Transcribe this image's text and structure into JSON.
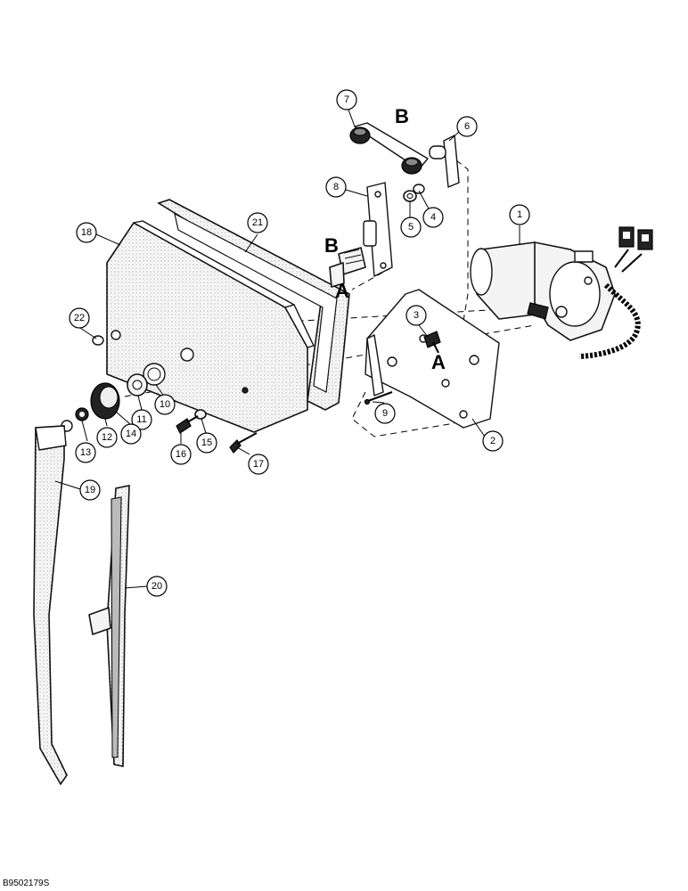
{
  "callouts": [
    "1",
    "2",
    "3",
    "4",
    "5",
    "6",
    "7",
    "8",
    "9",
    "10",
    "11",
    "12",
    "13",
    "14",
    "15",
    "16",
    "17",
    "18",
    "19",
    "20",
    "21",
    "22"
  ],
  "ref_letters": {
    "a_upper": "A",
    "a_lower": "A",
    "b_upper": "B",
    "b_lower": "B"
  },
  "figure_code": "B9502179S"
}
